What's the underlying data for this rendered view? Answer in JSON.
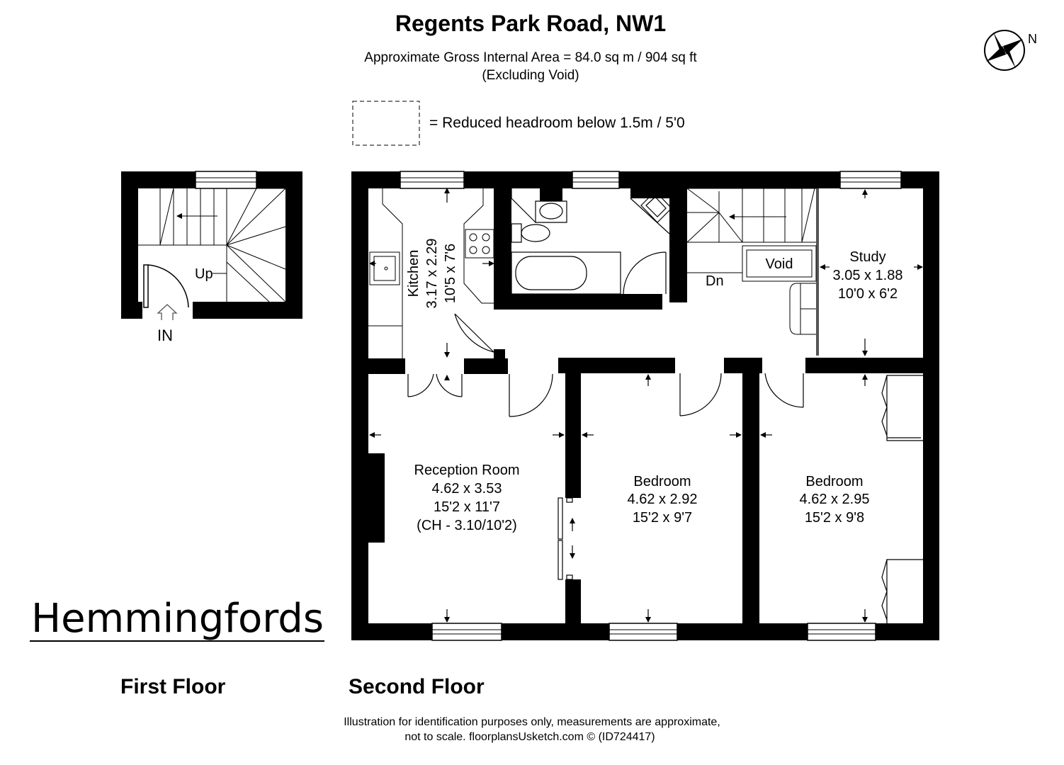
{
  "header": {
    "title": "Regents Park Road, NW1",
    "area_line": "Approximate Gross Internal Area = 84.0 sq m / 904 sq ft",
    "area_note": "(Excluding Void)"
  },
  "legend": {
    "reduced_headroom": "= Reduced headroom below 1.5m / 5'0"
  },
  "compass": {
    "north": "N"
  },
  "first_floor": {
    "label": "First Floor",
    "stairs_label": "Up",
    "entrance_label": "IN"
  },
  "second_floor": {
    "label": "Second Floor",
    "kitchen": {
      "name": "Kitchen",
      "metric": "3.17 x 2.29",
      "imperial": "10'5 x 7'6"
    },
    "stairs_label": "Dn",
    "void_label": "Void",
    "study": {
      "name": "Study",
      "metric": "3.05 x 1.88",
      "imperial": "10'0 x 6'2"
    },
    "reception": {
      "name": "Reception Room",
      "metric": "4.62 x 3.53",
      "imperial": "15'2 x 11'7",
      "ceiling": "(CH - 3.10/10'2)"
    },
    "bedroom_1": {
      "name": "Bedroom",
      "metric": "4.62 x 2.92",
      "imperial": "15'2 x 9'7"
    },
    "bedroom_2": {
      "name": "Bedroom",
      "metric": "4.62 x 2.95",
      "imperial": "15'2 x 9'8"
    }
  },
  "brand": {
    "name": "Hemmingfords"
  },
  "footer": {
    "line1": "Illustration for identification purposes only, measurements are approximate,",
    "line2": "not to scale. floorplansUsketch.com © (ID724417)"
  }
}
